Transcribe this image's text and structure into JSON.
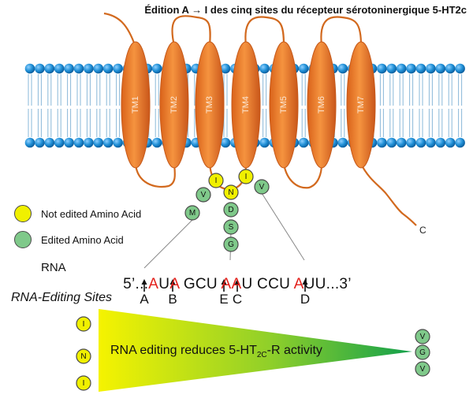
{
  "caption": "Édition A → I des cinq sites du récepteur sérotoninergique 5-HT2c",
  "helices": [
    "TM1",
    "TM2",
    "TM3",
    "TM4",
    "TM5",
    "TM6",
    "TM7"
  ],
  "c_terminus": "C",
  "legend": {
    "not_edited": "Not edited Amino Acid",
    "edited": "Edited Amino Acid"
  },
  "loop_residues": {
    "not_edited": [
      "I",
      "N",
      "I"
    ],
    "edited": [
      "V",
      "M",
      "V",
      "D",
      "S",
      "G"
    ]
  },
  "rna": {
    "label": "RNA",
    "segments": [
      {
        "t": "5’...",
        "e": false
      },
      {
        "t": "A",
        "e": true
      },
      {
        "t": "U",
        "e": false
      },
      {
        "t": "A",
        "e": true
      },
      {
        "t": " GCU ",
        "e": false
      },
      {
        "t": "A",
        "e": true
      },
      {
        "t": "A",
        "e": true
      },
      {
        "t": "U CCU ",
        "e": false
      },
      {
        "t": "A",
        "e": true
      },
      {
        "t": "UU...3’",
        "e": false
      }
    ]
  },
  "editing_sites": {
    "title": "RNA-Editing Sites",
    "letters": [
      "A",
      "B",
      "E",
      "C",
      "D"
    ]
  },
  "activity": {
    "text_main": "RNA editing reduces 5-HT",
    "text_sub": "2C",
    "text_end": "-R activity",
    "left_residues": [
      "I",
      "N",
      "I"
    ],
    "right_residues": [
      "V",
      "G",
      "V"
    ]
  },
  "colors": {
    "helix": "#f0802c",
    "lipid_head": "#1f8fd6",
    "loop": "#d2691e",
    "not_edited": "#f0f000",
    "edited": "#7fc98a",
    "edited_base": "#e3201b",
    "wedge_left": "#f5f300",
    "wedge_right": "#1aa24a"
  }
}
